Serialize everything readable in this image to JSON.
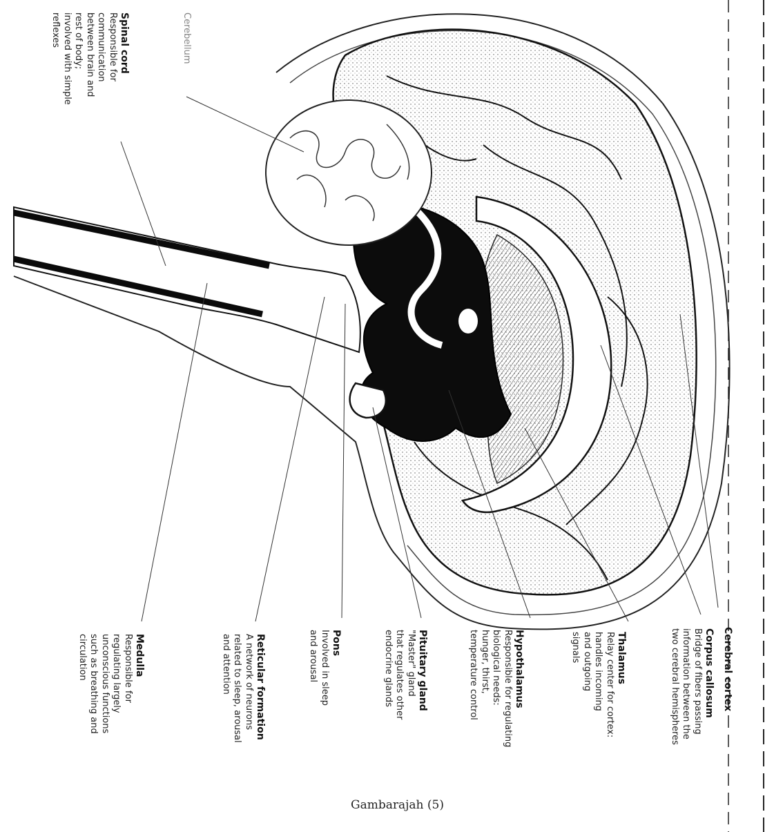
{
  "labels": {
    "cerebral_cortex": {
      "title": "Cerebral cortex",
      "desc": []
    },
    "corpus_callosum": {
      "title": "Corpus callosum",
      "desc": [
        "Bridge of fibers passing",
        "information between the",
        "two cerebral hemispheres"
      ]
    },
    "thalamus": {
      "title": "Thalamus",
      "desc": [
        "Relay center for cortex:",
        "handles incoming",
        "and outgoing",
        "signals"
      ]
    },
    "hypothalamus": {
      "title": "Hypothalamus",
      "desc": [
        "Responsible for regulating",
        "biological needs:",
        "hunger, thirst,",
        "temperature control"
      ]
    },
    "pituitary_gland": {
      "title": "Pituitary gland",
      "desc": [
        "\"Master\" gland",
        "that regulates other",
        "endocrine glands"
      ]
    },
    "pons": {
      "title": "Pons",
      "desc": [
        "Involved in sleep",
        "and arousal"
      ]
    },
    "reticular_formation": {
      "title": "Reticular formation",
      "desc": [
        "A network of neurons",
        "related to sleep, arousal",
        "and attention"
      ]
    },
    "medulla": {
      "title": "Medulla",
      "desc": [
        "Responsible for",
        "regulating largely",
        "unconscious functions",
        "such as breathing and",
        "circulation"
      ]
    },
    "spinal_cord": {
      "title": "Spinal cord",
      "desc": [
        "Responsible for",
        "communication",
        "between brain and",
        "rest of body;",
        "involved with simple",
        "reflexes"
      ]
    },
    "cerebellum": {
      "title": "Cerebellum",
      "desc": []
    }
  },
  "caption": "Gambarajah (5)",
  "colors": {
    "ink": "#111111",
    "paper": "#ffffff",
    "ventricle": "#0c0c0c"
  }
}
